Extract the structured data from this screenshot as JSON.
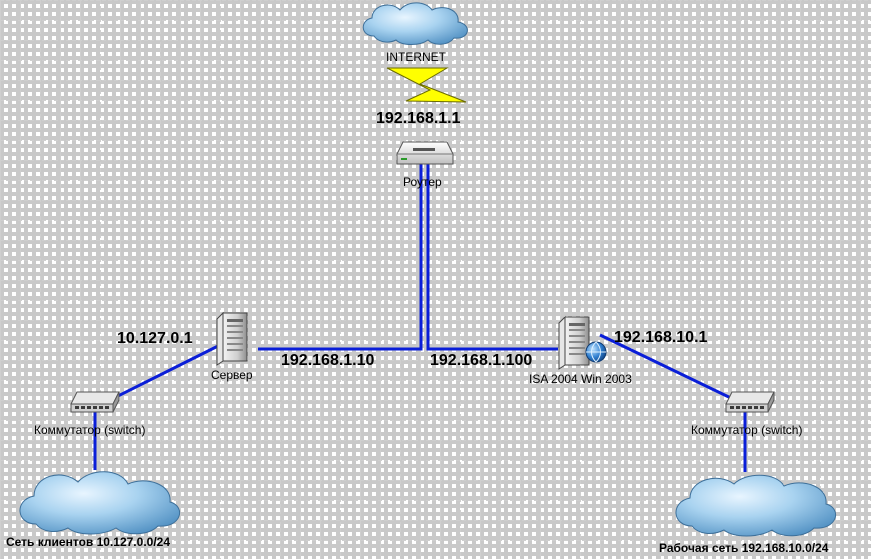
{
  "labels": {
    "internet": "INTERNET",
    "router_ip": "192.168.1.1",
    "router": "Роутер",
    "server_left_ip": "10.127.0.1",
    "server": "Сервер",
    "server_ip": "192.168.1.10",
    "isa_ip": "192.168.1.100",
    "isa_right_ip": "192.168.10.1",
    "isa": "ISA 2004 Win 2003",
    "switch_left": "Коммутатор (switch)",
    "switch_right": "Коммутатор (switch)",
    "net_clients": "Сеть клиентов 10.127.0.0/24",
    "net_work": "Рабочая сеть 192.168.10.0/24"
  },
  "icons": {
    "cloud": "cloud-icon",
    "lightning": "lightning-icon",
    "router": "router-icon",
    "server": "server-icon",
    "globe": "globe-icon",
    "switch": "switch-icon"
  },
  "colors": {
    "link": "#0a1ed8",
    "cloud_fill": "#a9d3f0",
    "lightning": "#ffff00",
    "grid": "#cfcfcf"
  }
}
